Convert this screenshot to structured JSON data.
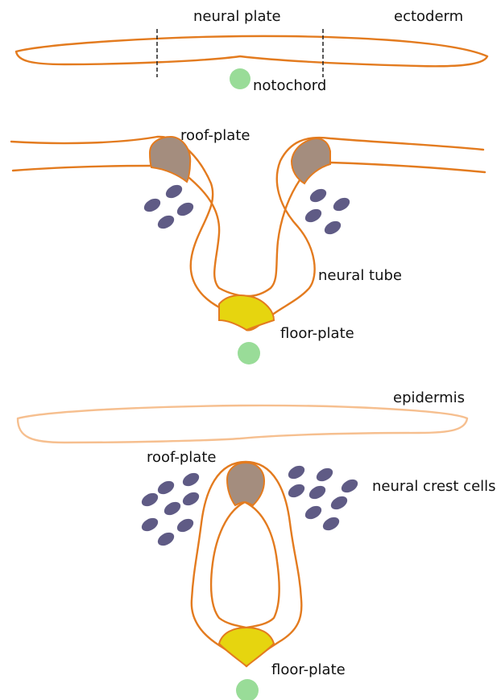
{
  "colors": {
    "ectoderm": "#e37b1f",
    "epidermis": "#f6bf8f",
    "notochord": "#99dc98",
    "roof_plate": "#a48d7e",
    "floor_plate": "#e6d50f",
    "neural_crest": "#5f5b85",
    "boundary": "#222222"
  },
  "stage1": {
    "neural_plate_label": "neural plate",
    "ectoderm_label": "ectoderm",
    "notochord_label": "notochord"
  },
  "stage2": {
    "roof_plate_label": "roof-plate",
    "neural_tube_label": "neural tube",
    "floor_plate_label": "floor-plate"
  },
  "stage3": {
    "epidermis_label": "epidermis",
    "roof_plate_label": "roof-plate",
    "neural_crest_label": "neural crest cells",
    "floor_plate_label": "floor-plate"
  }
}
